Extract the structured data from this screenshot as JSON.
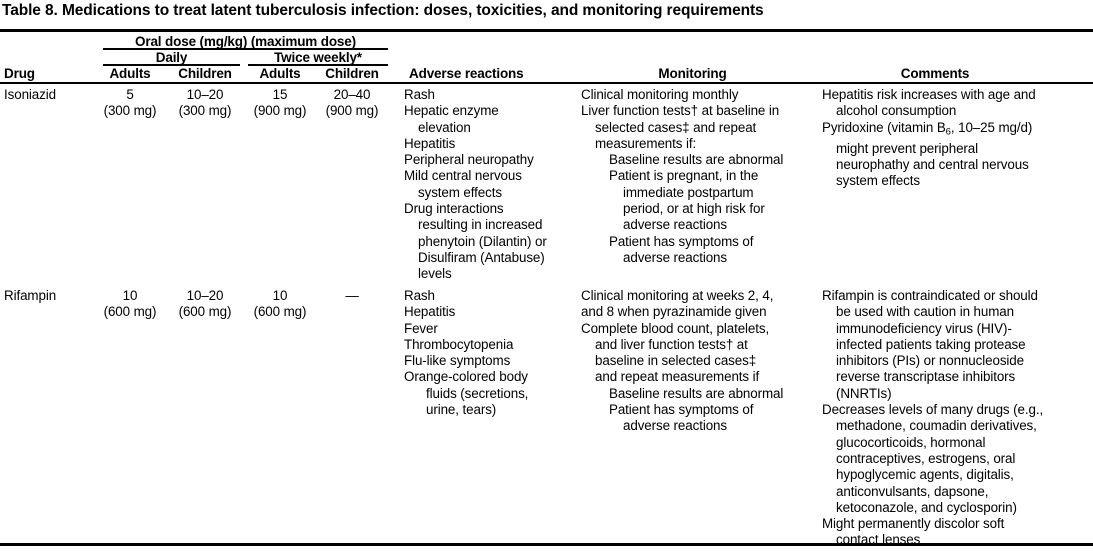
{
  "title": "Table 8. Medications to treat latent tuberculosis infection: doses, toxicities, and monitoring requirements",
  "header": {
    "oral_dose_span": "Oral dose (mg/kg) (maximum dose)",
    "daily": "Daily",
    "twice_weekly": "Twice weekly*",
    "drug": "Drug",
    "daily_adults": "Adults",
    "daily_children": "Children",
    "twice_adults": "Adults",
    "twice_children": "Children",
    "adverse_reactions": "Adverse reactions",
    "monitoring": "Monitoring",
    "comments": "Comments"
  },
  "rows": [
    {
      "drug": "Isoniazid",
      "daily_adults": "5",
      "daily_adults_max": "(300 mg)",
      "daily_children": "10–20",
      "daily_children_max": "(300 mg)",
      "twice_adults": "15",
      "twice_adults_max": "(900 mg)",
      "twice_children": "20–40",
      "twice_children_max": "(900 mg)",
      "adverse_reactions": [
        "Rash",
        "Hepatic enzyme",
        "elevation",
        "Hepatitis",
        "Peripheral neuropathy",
        "Mild central nervous",
        "system effects",
        "Drug interactions",
        "resulting in increased",
        "phenytoin (Dilantin) or",
        "Disulfiram (Antabuse)",
        "levels"
      ],
      "monitoring": [
        "Clinical monitoring monthly",
        "Liver function tests† at baseline in",
        "selected cases‡ and repeat",
        "measurements if:",
        "Baseline results are abnormal",
        "Patient is pregnant, in the",
        "immediate postpartum",
        "period, or at high risk for",
        "adverse reactions",
        "Patient has symptoms of",
        "adverse reactions"
      ],
      "comments": [
        "Hepatitis risk increases with age and",
        "alcohol consumption",
        "Pyridoxine (vitamin B6, 10–25 mg/d)",
        "might prevent peripheral",
        "neurophathy and central nervous",
        "system effects"
      ]
    },
    {
      "drug": "Rifampin",
      "daily_adults": "10",
      "daily_adults_max": "(600 mg)",
      "daily_children": "10–20",
      "daily_children_max": "(600 mg)",
      "twice_adults": "10",
      "twice_adults_max": "(600 mg)",
      "twice_children": "—",
      "twice_children_max": "",
      "adverse_reactions": [
        "Rash",
        "Hepatitis",
        "Fever",
        "Thrombocytopenia",
        "Flu-like symptoms",
        "Orange-colored body",
        "fluids (secretions,",
        "urine, tears)"
      ],
      "monitoring": [
        "Clinical monitoring at weeks 2, 4,",
        "and 8 when pyrazinamide given",
        "Complete blood count, platelets,",
        "and liver function tests† at",
        "baseline in selected cases‡",
        "and repeat measurements if",
        "Baseline results are abnormal",
        "Patient has symptoms of",
        "adverse reactions"
      ],
      "comments": [
        "Rifampin is contraindicated or should",
        "be used with caution in human",
        "immunodeficiency virus (HIV)-",
        "infected patients taking protease",
        "inhibitors (PIs) or nonnucleoside",
        "reverse transcriptase inhibitors",
        "(NNRTIs)",
        "Decreases levels of many drugs (e.g.,",
        "methadone, coumadin derivatives,",
        "glucocorticoids, hormonal",
        "contraceptives, estrogens, oral",
        "hypoglycemic agents, digitalis,",
        "anticonvulsants, dapsone,",
        "ketoconazole, and cyclosporin)",
        "Might permanently discolor soft",
        "contact lenses"
      ]
    }
  ]
}
